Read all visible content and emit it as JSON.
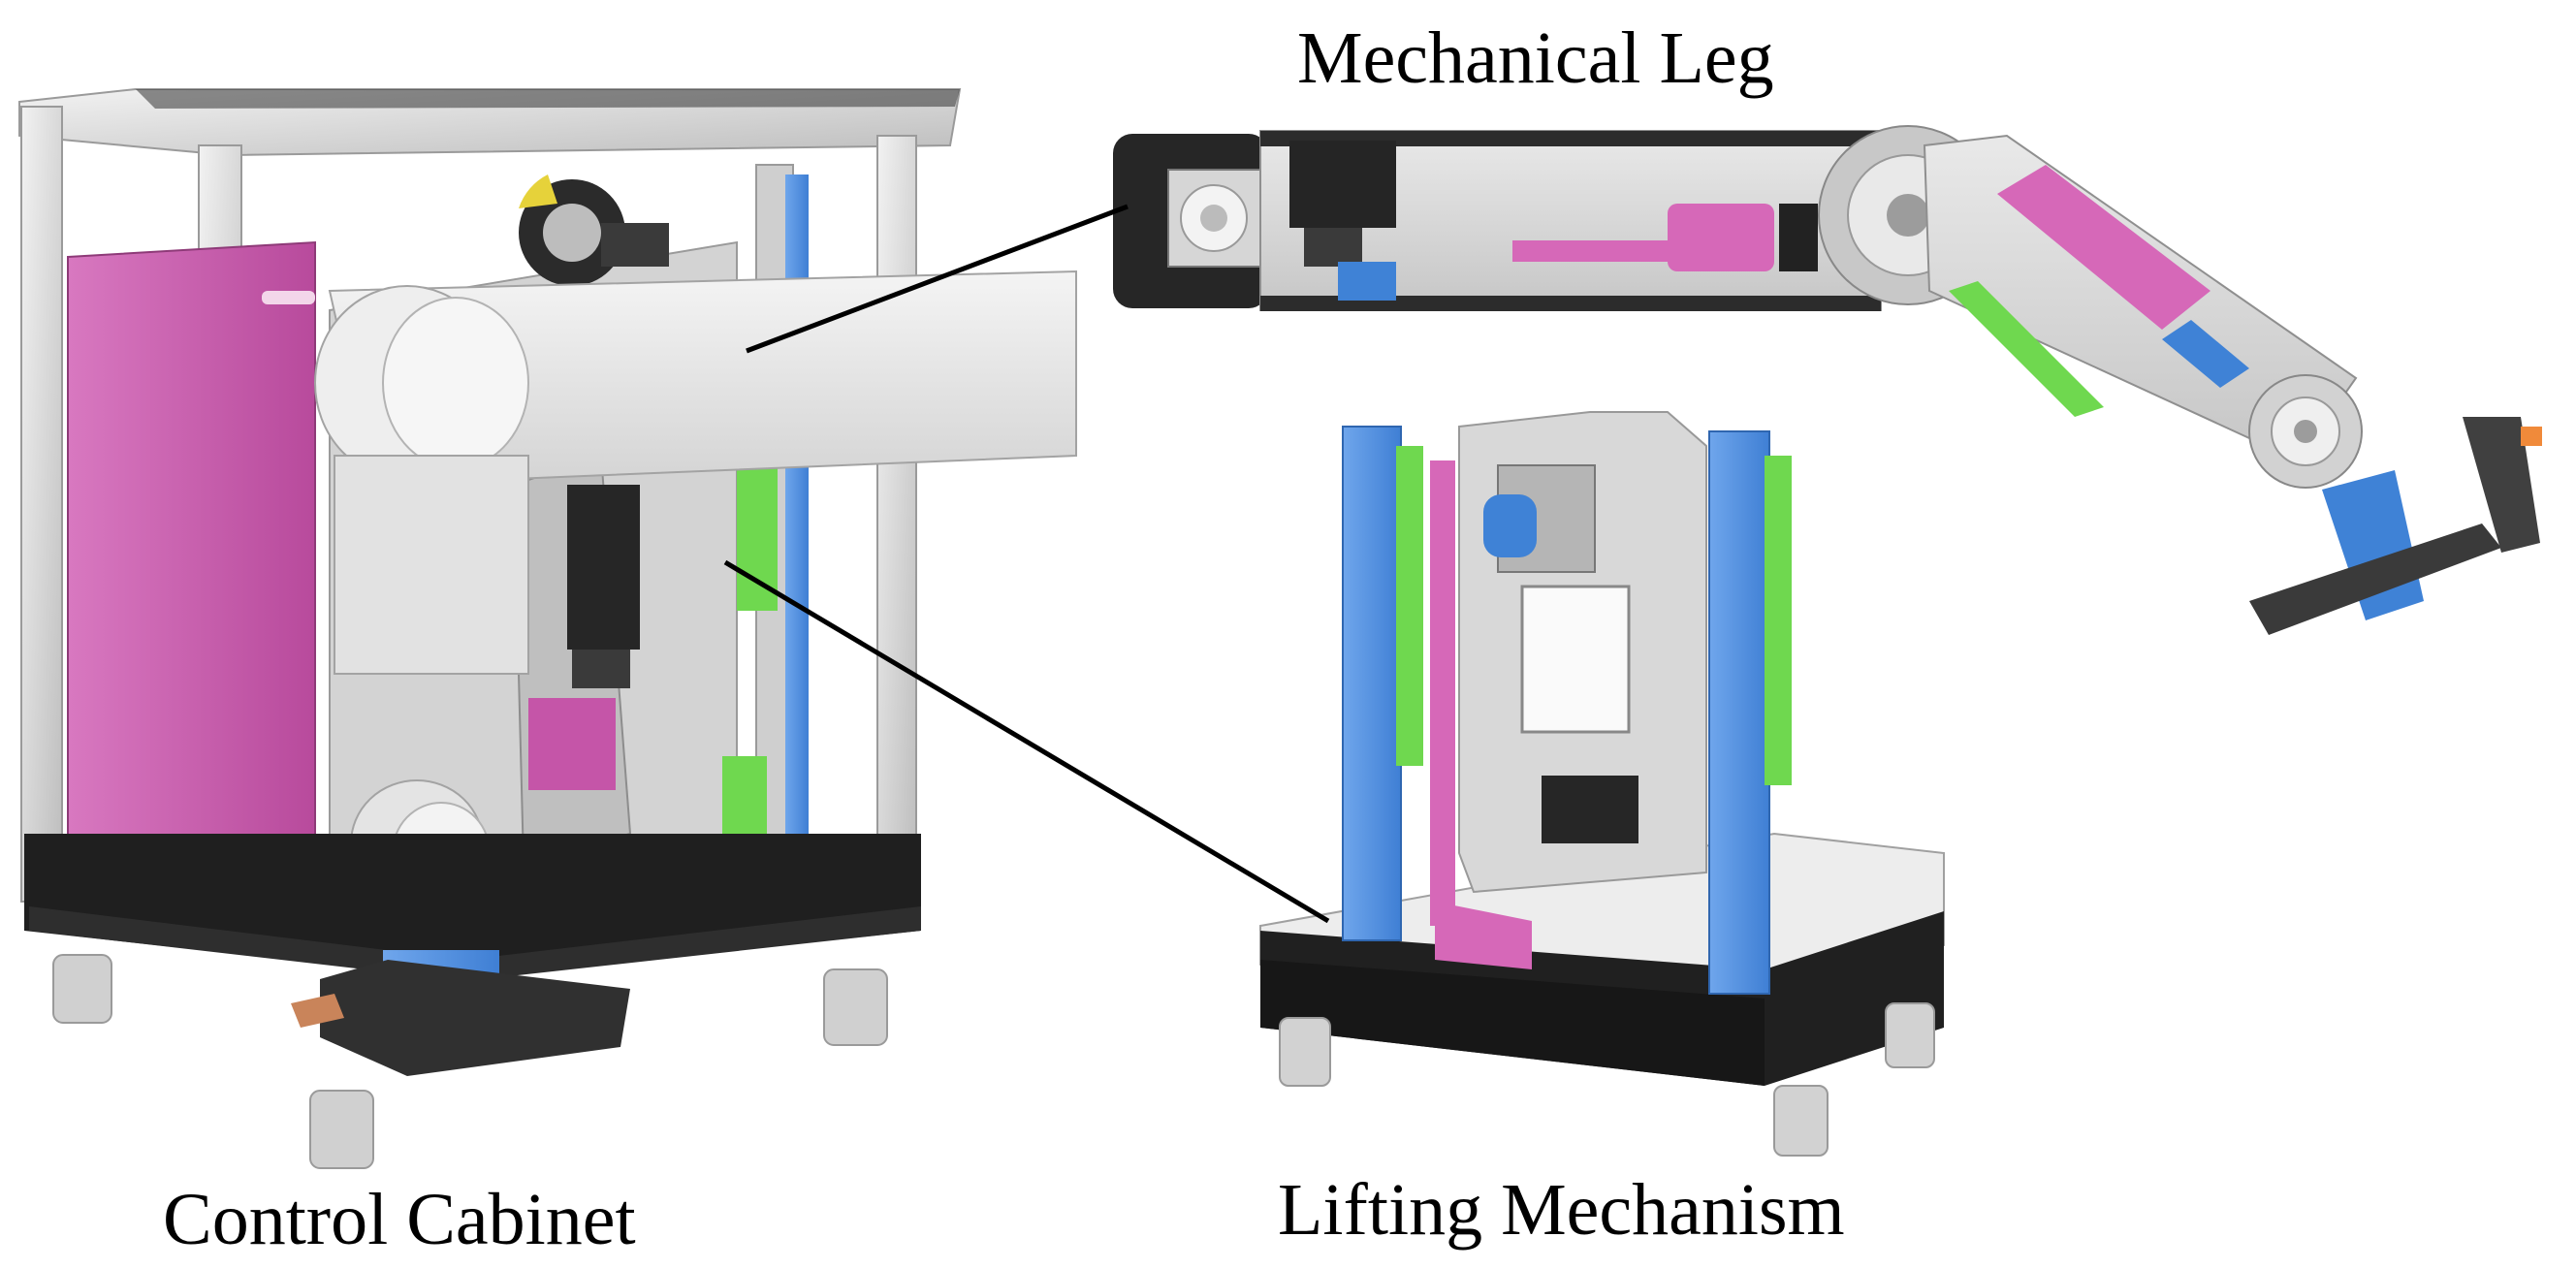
{
  "labels": {
    "mechanical_leg": "Mechanical Leg",
    "lifting_mechanism": "Lifting Mechanism",
    "control_cabinet": "Control Cabinet"
  },
  "colors": {
    "frame_silver": "#d9d9d9",
    "panel_magenta": "#d667b8",
    "accent_blue": "#5b95e0",
    "accent_green": "#6fd84f",
    "base_black": "#1e1e1e",
    "housing_gray": "#e6e6e6"
  }
}
